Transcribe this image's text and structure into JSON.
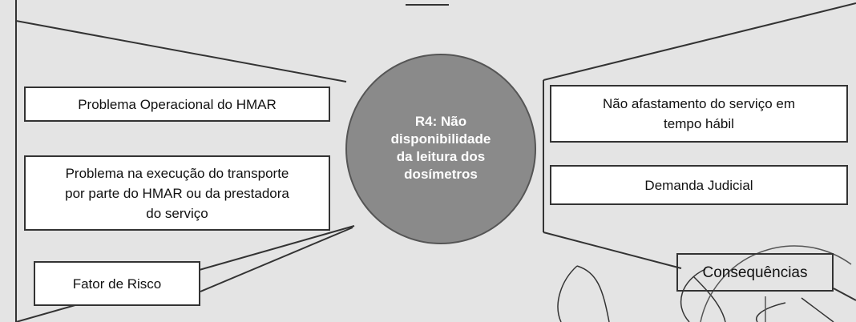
{
  "colors": {
    "background": "#e4e4e4",
    "box_fill": "#ffffff",
    "stroke": "#333333",
    "circle_fill": "#8a8a8a",
    "circle_text": "#ffffff"
  },
  "center": {
    "label": "R4: Não\ndisponibilidade\nda leitura dos\ndosímetros"
  },
  "causes": {
    "items": [
      "Problema Operacional do HMAR",
      "Problema na execução do transporte\npor parte do HMAR ou da prestadora\ndo serviço"
    ],
    "category_label": "Fator de Risco"
  },
  "consequences": {
    "items": [
      "Não afastamento do serviço em\ntempo hábil",
      "Demanda Judicial"
    ],
    "category_label": "Consequências"
  }
}
